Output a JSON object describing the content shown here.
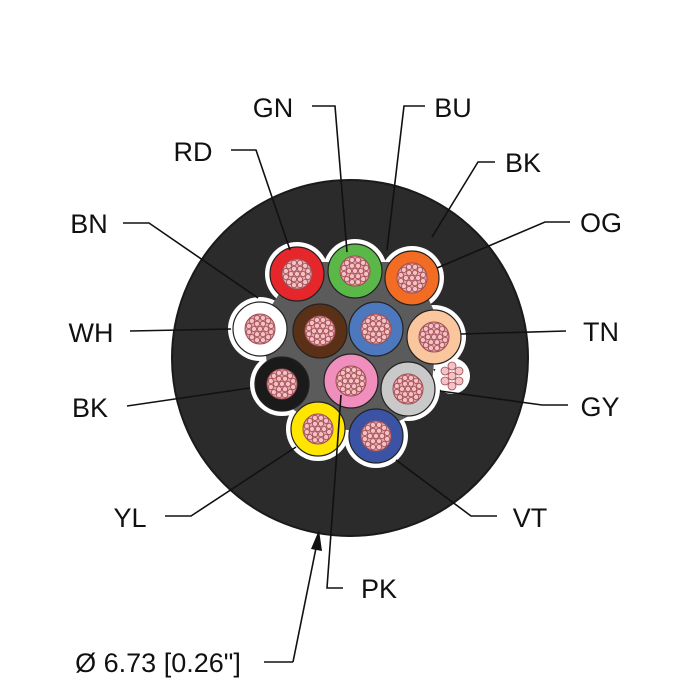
{
  "diagram": {
    "colors": {
      "jacket": "#2b2b2b",
      "jacket_edge": "#1a1a1a",
      "filler": "#ffffff",
      "core": "#5b5b5b",
      "copper": "#e9a3a7",
      "copper_edge": "#9b4b52",
      "line": "#111111"
    },
    "conductors": [
      {
        "id": "RD",
        "color": "#e5262a"
      },
      {
        "id": "GN",
        "color": "#59b847"
      },
      {
        "id": "OG",
        "color": "#f26c23"
      },
      {
        "id": "WH",
        "color": "#ffffff"
      },
      {
        "id": "BN",
        "color": "#5a3116"
      },
      {
        "id": "BU",
        "color": "#4d78bd"
      },
      {
        "id": "TN",
        "color": "#f9c69d"
      },
      {
        "id": "BK",
        "color": "#1a1a1a"
      },
      {
        "id": "PK",
        "color": "#f08ebd"
      },
      {
        "id": "GY",
        "color": "#c9c9c9"
      },
      {
        "id": "YL",
        "color": "#ffe500"
      },
      {
        "id": "VT",
        "color": "#3b53a4"
      }
    ],
    "labels": {
      "gn": "GN",
      "bu": "BU",
      "rd": "RD",
      "bk_top": "BK",
      "bn": "BN",
      "og": "OG",
      "wh": "WH",
      "tn": "TN",
      "bk_left": "BK",
      "gy": "GY",
      "yl": "YL",
      "vt": "VT",
      "pk": "PK",
      "diameter": "Ø 6.73 [0.26\"]"
    }
  }
}
